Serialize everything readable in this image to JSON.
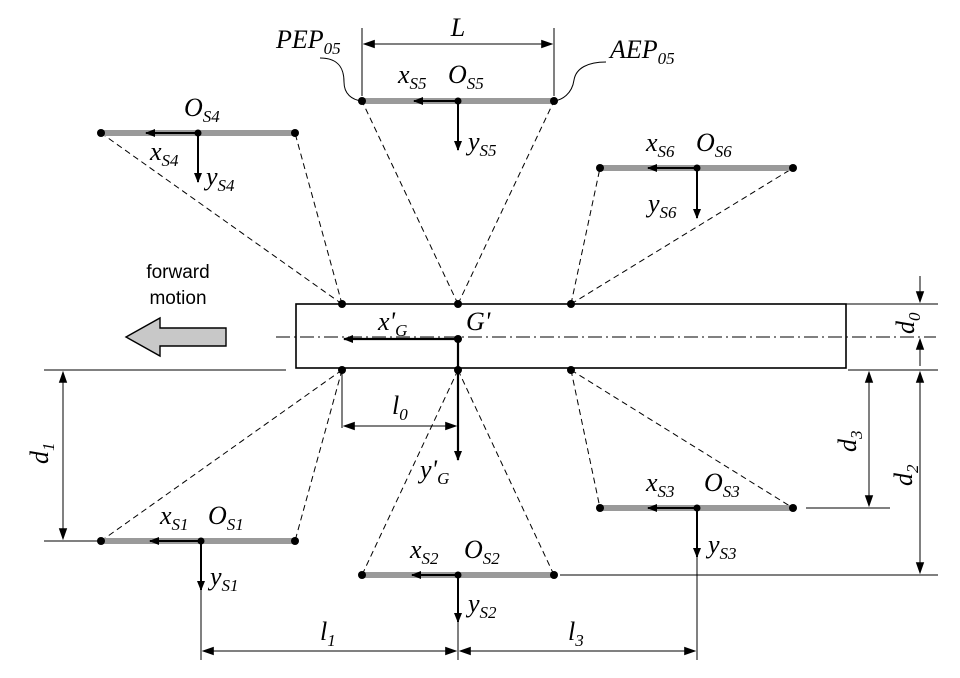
{
  "colors": {
    "foot": "#9a9a9a",
    "arrowFill": "#c8c8c8",
    "ink": "#000000"
  },
  "motion": {
    "line1": "forward",
    "line2": "motion"
  },
  "labels": {
    "PEP": "PEP",
    "PEP_sub": "05",
    "AEP": "AEP",
    "AEP_sub": "05",
    "L": "L",
    "G": "G'",
    "xG": "x'",
    "xG_sub": "G",
    "yG": "y'",
    "yG_sub": "G",
    "l0": "l",
    "l0_sub": "0",
    "l1": "l",
    "l1_sub": "1",
    "l3": "l",
    "l3_sub": "3",
    "d0": "d",
    "d0_sub": "0",
    "d1": "d",
    "d1_sub": "1",
    "d2": "d",
    "d2_sub": "2",
    "d3": "d",
    "d3_sub": "3"
  },
  "legs": [
    {
      "id": "1",
      "O": "O",
      "O_sub": "S1",
      "x": "x",
      "x_sub": "S1",
      "y": "y",
      "y_sub": "S1"
    },
    {
      "id": "2",
      "O": "O",
      "O_sub": "S2",
      "x": "x",
      "x_sub": "S2",
      "y": "y",
      "y_sub": "S2"
    },
    {
      "id": "3",
      "O": "O",
      "O_sub": "S3",
      "x": "x",
      "x_sub": "S3",
      "y": "y",
      "y_sub": "S3"
    },
    {
      "id": "4",
      "O": "O",
      "O_sub": "S4",
      "x": "x",
      "x_sub": "S4",
      "y": "y",
      "y_sub": "S4"
    },
    {
      "id": "5",
      "O": "O",
      "O_sub": "S5",
      "x": "x",
      "x_sub": "S5",
      "y": "y",
      "y_sub": "S5"
    },
    {
      "id": "6",
      "O": "O",
      "O_sub": "S6",
      "x": "x",
      "x_sub": "S6",
      "y": "y",
      "y_sub": "S6"
    }
  ]
}
